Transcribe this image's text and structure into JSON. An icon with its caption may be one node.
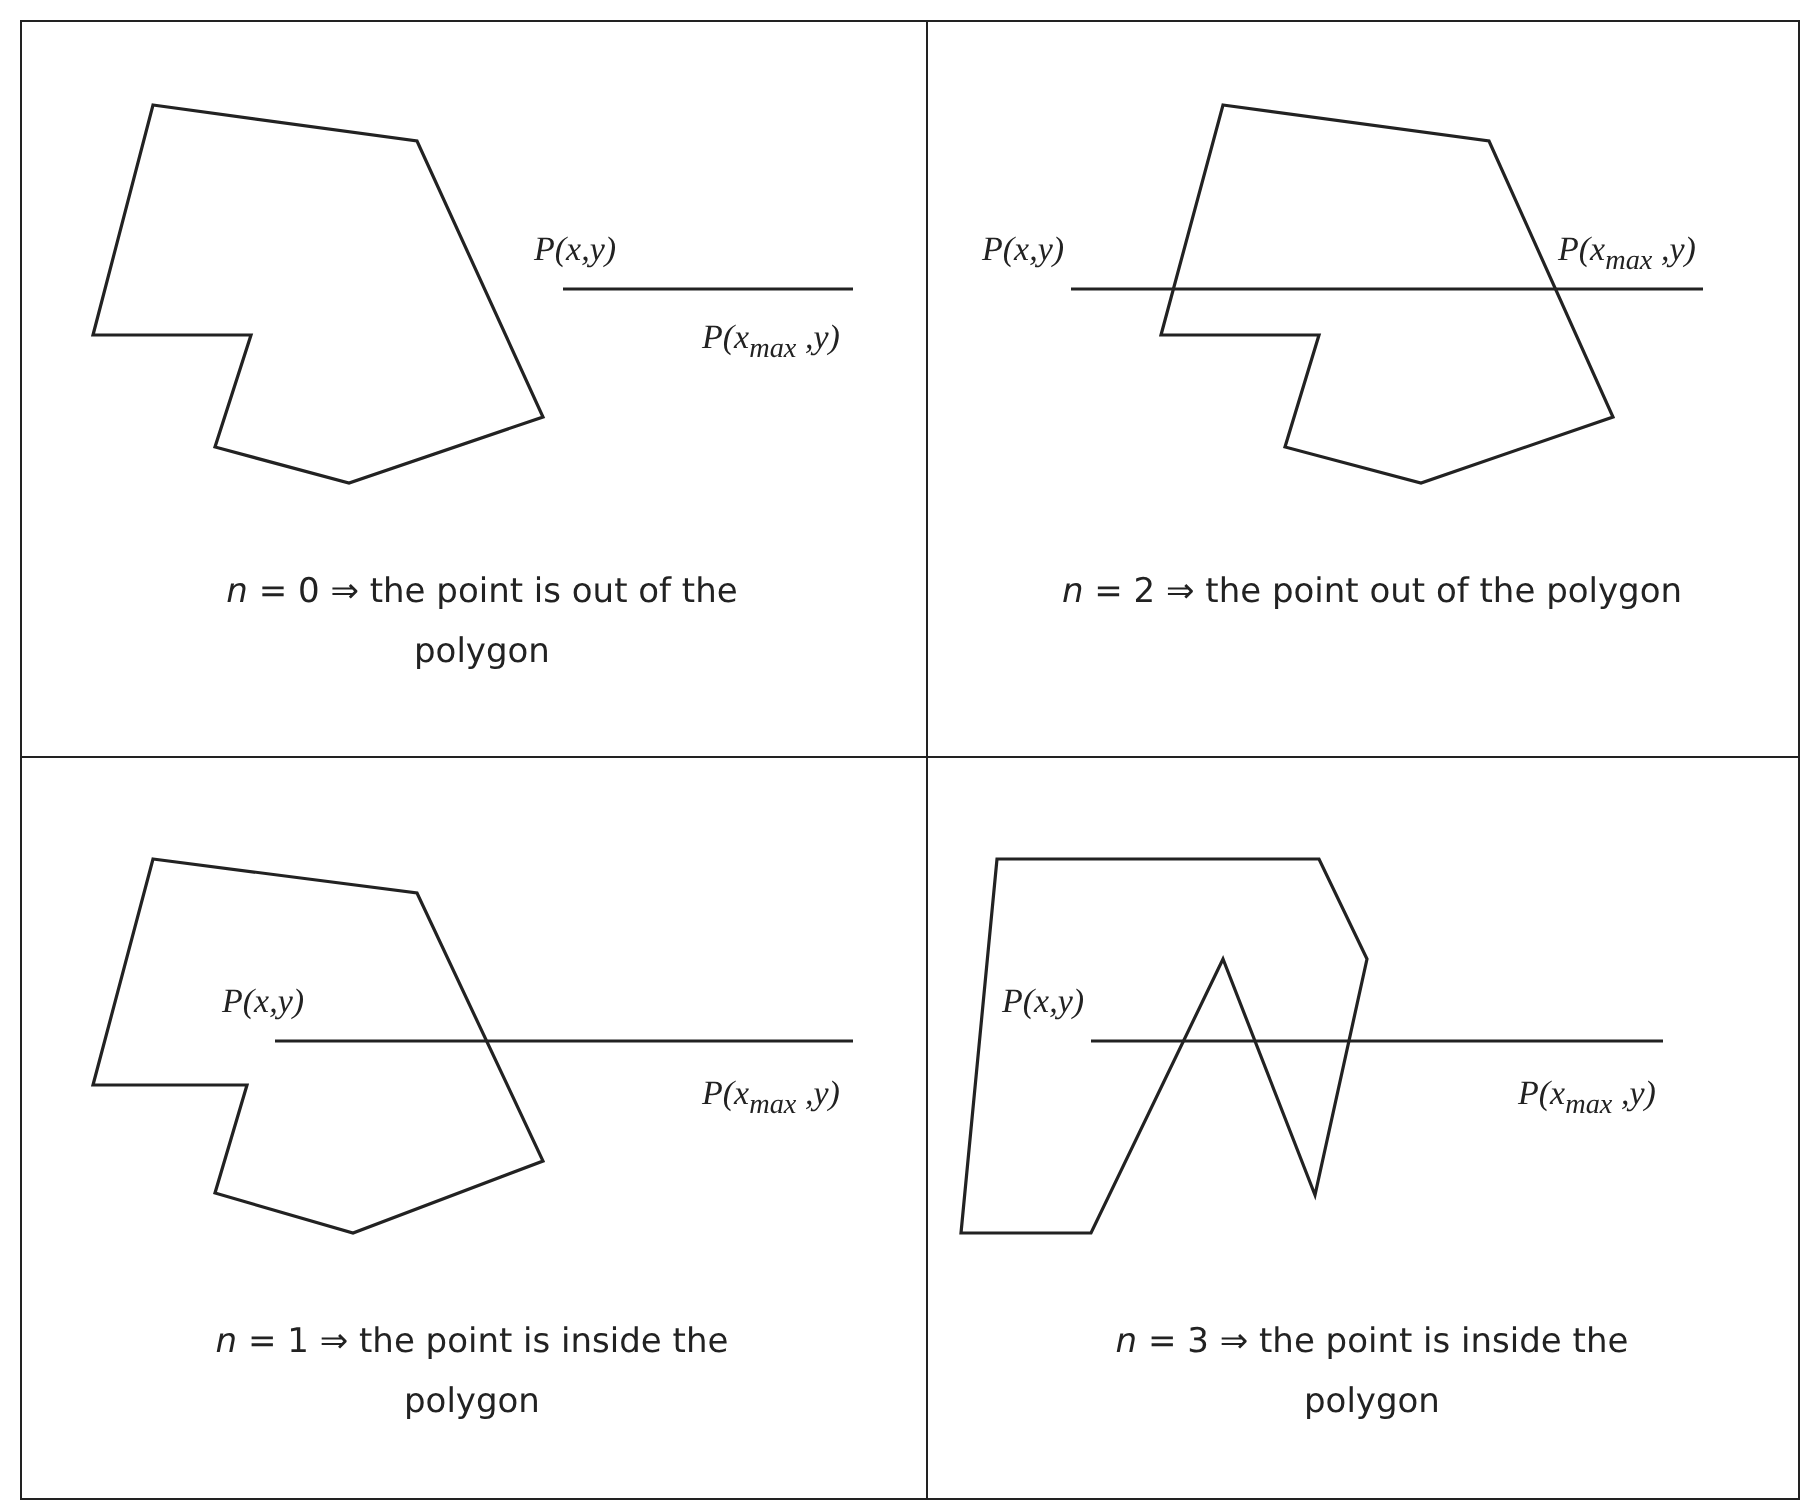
{
  "diagram": {
    "nodes": [
      {
        "text": [
          "P(x,y)",
          "P(x$_{max}$ ,y)",
          "*n* = 0 ⇒  the point is out of the polygon"
        ]
      },
      {
        "text": [
          "P(x,y)",
          "P(x$_{max}$ ,y)",
          "*n* = 2 ⇒ the point out of the polygon"
        ]
      },
      {
        "text": [
          "P(x,y)",
          "P(x$_{max}$ ,y)",
          "*n* = 1 ⇒  the point is inside the polygon"
        ]
      },
      {
        "text": [
          "P(x,y)",
          "P(x$_{max}$ ,y)",
          "*n* = 3 ⇒  the point is inside the polygon"
        ]
      }
    ]
  }
}
